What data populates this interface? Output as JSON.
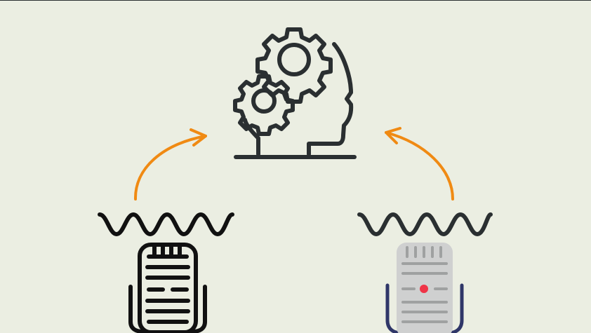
{
  "diagram": {
    "nodes": [
      {
        "id": "mind",
        "icon": "head-with-gears-icon",
        "label": ""
      },
      {
        "id": "mic-left",
        "icon": "microphone-outline-icon",
        "label": ""
      },
      {
        "id": "mic-right",
        "icon": "microphone-color-icon",
        "label": ""
      }
    ],
    "edges": [
      {
        "from": "mic-left",
        "to": "mind",
        "icon": "curved-arrow-icon"
      },
      {
        "from": "mic-right",
        "to": "mind",
        "icon": "curved-arrow-icon"
      }
    ],
    "colors": {
      "background": "#ebeee2",
      "icon_dark": "#2a2f31",
      "arrow": "#f08a13",
      "mic_black": "#111111",
      "mic_gray": "#cfd0d0",
      "mic_gray_lines": "#9fa1a1",
      "mic_navy": "#2f3668",
      "mic_dot": "#ef3447"
    }
  }
}
